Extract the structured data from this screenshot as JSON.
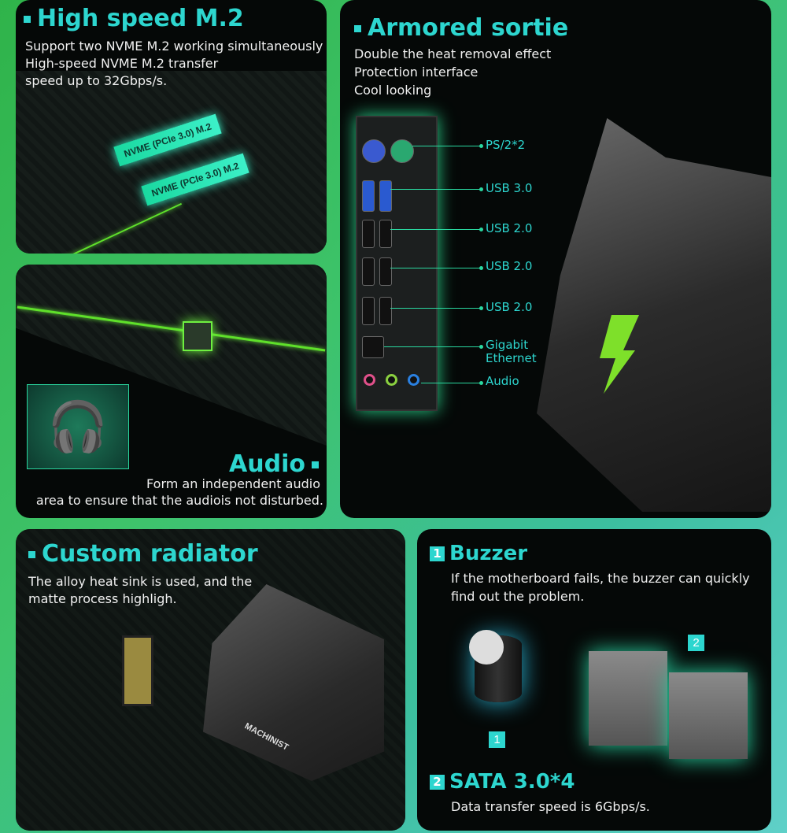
{
  "m2": {
    "title": "High speed M.2",
    "lines": [
      "Support two NVME M.2 working simultaneously",
      "High-speed NVME M.2 transfer",
      "speed up  to 32Gbps/s."
    ],
    "slot_labels": [
      "NVME (PCIe 3.0) M.2",
      "NVME (PCIe 3.0) M.2"
    ]
  },
  "audio": {
    "title": "Audio",
    "lines": [
      "Form an independent audio",
      "area to ensure that the audiois not disturbed."
    ]
  },
  "io": {
    "title": "Armored sortie",
    "lines": [
      "Double the heat removal effect",
      "Protection interface",
      "Cool looking"
    ],
    "ports": [
      "PS/2*2",
      "USB 3.0",
      "USB 2.0",
      "USB 2.0",
      "USB 2.0",
      "Gigabit\nEthernet",
      "Audio"
    ]
  },
  "radiator": {
    "title": "Custom radiator",
    "lines": [
      "The alloy heat sink is used, and the",
      "matte process highligh."
    ],
    "logo": "MACHINIST"
  },
  "buzzer": {
    "num": "1",
    "title": "Buzzer",
    "lines": [
      "If the motherboard fails, the buzzer can quickly",
      "find out the problem."
    ],
    "marker1": "1",
    "marker2": "2"
  },
  "sata": {
    "num": "2",
    "title": "SATA 3.0*4",
    "lines": [
      "Data transfer speed is 6Gbps/s."
    ]
  },
  "colors": {
    "accent": "#2dd6cf",
    "trace": "#5fe02a"
  }
}
